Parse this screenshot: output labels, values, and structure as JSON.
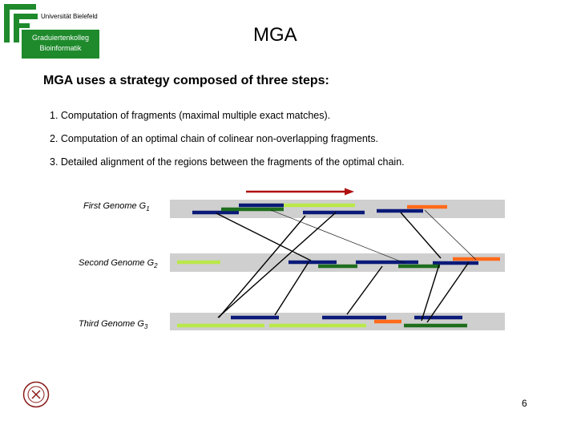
{
  "header": {
    "university": "Universität Bielefeld",
    "program_line1": "Graduiertenkolleg",
    "program_line2": "Bioinformatik",
    "title": "MGA"
  },
  "subtitle": "MGA uses a strategy composed of three steps:",
  "steps": [
    "1.  Computation of fragments (maximal multiple exact matches).",
    "2.  Computation of an optimal chain of colinear non-overlapping fragments.",
    "3.  Detailed alignment of the regions between the fragments of the optimal chain."
  ],
  "genomes": [
    {
      "name": "First Genome  G",
      "sub": "1"
    },
    {
      "name": "Second Genome  G",
      "sub": "2"
    },
    {
      "name": "Third Genome  G",
      "sub": "3"
    }
  ],
  "colors": {
    "track": "#cfcfcf",
    "navy": "#0a1a78",
    "green": "#1e6e1e",
    "lime": "#b9e84a",
    "orange": "#ff6a1a",
    "arrow": "#b01010",
    "logo_green": "#1e8a2c"
  },
  "page_number": "6"
}
